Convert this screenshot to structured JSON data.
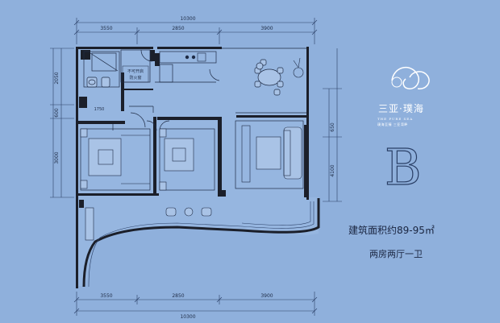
{
  "dimensions": {
    "top_total": "10300",
    "top_segments": [
      "3550",
      "2850",
      "3900"
    ],
    "bottom_total": "10300",
    "bottom_segments": [
      "3550",
      "2850",
      "3900"
    ],
    "left_segments": [
      "2050",
      "600",
      "3000"
    ],
    "right_segments": [
      "650",
      "4100"
    ],
    "room_note": "1750"
  },
  "annotations": {
    "fire_room_line1": "不可开启",
    "fire_room_line2": "防火窗"
  },
  "brand": {
    "name_cn": "三亚·璞海",
    "name_en": "THE PURE SEA",
    "tagline": "璞海至臻  三亚湾畔"
  },
  "unit": {
    "type_letter": "B",
    "area_text": "建筑面积约89-95㎡",
    "layout_text": "两房两厅一卫"
  },
  "colors": {
    "background": "#8fb0dc",
    "wall": "#1b1f2a",
    "line": "#2a3f66",
    "floor_fill": "#94b4df"
  }
}
